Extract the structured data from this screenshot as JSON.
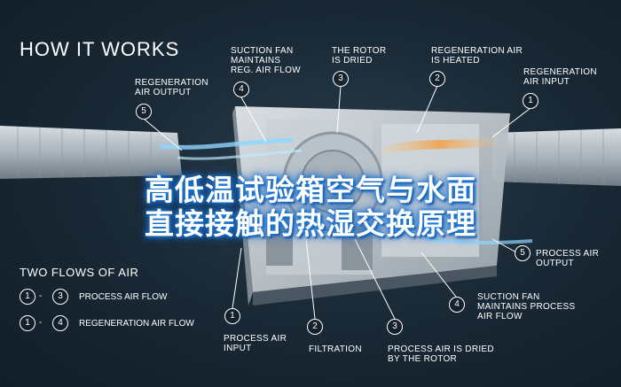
{
  "header": {
    "title": "HOW IT WORKS"
  },
  "overlay": {
    "line1": "高低温试验箱空气与水面",
    "line2": "直接接触的热湿交换原理"
  },
  "callouts_top": [
    {
      "num": "5",
      "text": "REGENERATION\nAIR OUTPUT"
    },
    {
      "num": "4",
      "text": "SUCTION FAN\nMAINTAINS\nREG. AIR FLOW"
    },
    {
      "num": "3",
      "text": "THE ROTOR\nIS DRIED"
    },
    {
      "num": "2",
      "text": "REGENERATION AIR\nIS HEATED"
    },
    {
      "num": "1",
      "text": "REGENERATION\nAIR INPUT"
    }
  ],
  "callouts_bottom": [
    {
      "num": "1",
      "text": "PROCESS AIR\nINPUT"
    },
    {
      "num": "2",
      "text": "FILTRATION"
    },
    {
      "num": "3",
      "text": "PROCESS AIR IS DRIED\nBY THE ROTOR"
    },
    {
      "num": "4",
      "text": "SUCTION FAN\nMAINTAINS PROCESS\nAIR FLOW"
    },
    {
      "num": "5",
      "text": "PROCESS AIR\nOUTPUT"
    }
  ],
  "legend": {
    "title": "TWO FLOWS OF AIR",
    "rows": [
      {
        "from": "1",
        "to": "3",
        "label": "PROCESS AIR FLOW"
      },
      {
        "from": "1",
        "to": "4",
        "label": "REGENERATION AIR FLOW"
      }
    ],
    "dash": "-"
  },
  "colors": {
    "background": "#1a2a37",
    "regeneration_air": "#f0a34a",
    "process_air": "#8fd6ff",
    "overlay_glow": "#1e78d6"
  }
}
